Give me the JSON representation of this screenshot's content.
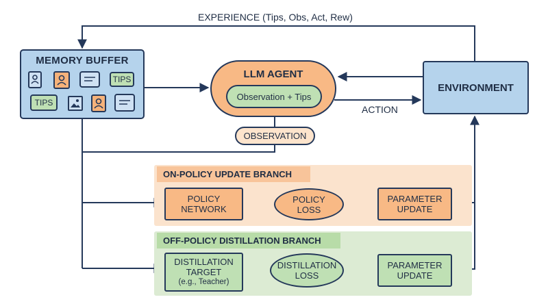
{
  "labels": {
    "experience": "EXPERIENCE (Tips, Obs, Act, Rew)",
    "action": "ACTION"
  },
  "memory_buffer": {
    "title": "MEMORY BUFFER",
    "tag_1": "TIPS",
    "tag_2": "TIPS"
  },
  "agent": {
    "title": "LLM AGENT",
    "inner": "Observation + Tips"
  },
  "observation": "OBSERVATION",
  "environment": "ENVIRONMENT",
  "on_policy": {
    "title": "ON-POLICY UPDATE BRANCH",
    "node_1": [
      "POLICY",
      "NETWORK"
    ],
    "node_2": [
      "POLICY",
      "LOSS"
    ],
    "node_3": [
      "PARAMETER",
      "UPDATE"
    ]
  },
  "off_policy": {
    "title": "OFF-POLICY DISTILLATION BRANCH",
    "node_1": [
      "DISTILLATION",
      "TARGET",
      "(e.g., Teacher)"
    ],
    "node_2": [
      "DISTILLATION",
      "LOSS"
    ],
    "node_3": [
      "PARAMETER",
      "UPDATE"
    ]
  },
  "colors": {
    "memory_fill": "#b5d3ec",
    "agent_fill": "#f8b985",
    "tips_fill": "#bfe0b4",
    "on_policy_panel": "#fbe3cd",
    "off_policy_panel": "#dcebd3",
    "stroke": "#24385a"
  },
  "icons": [
    "contact-card-icon",
    "user-card-icon",
    "chat-bubble-icon",
    "tips-tag",
    "tips-tag",
    "image-stack-icon",
    "user-card-icon",
    "chat-bubble-icon"
  ]
}
